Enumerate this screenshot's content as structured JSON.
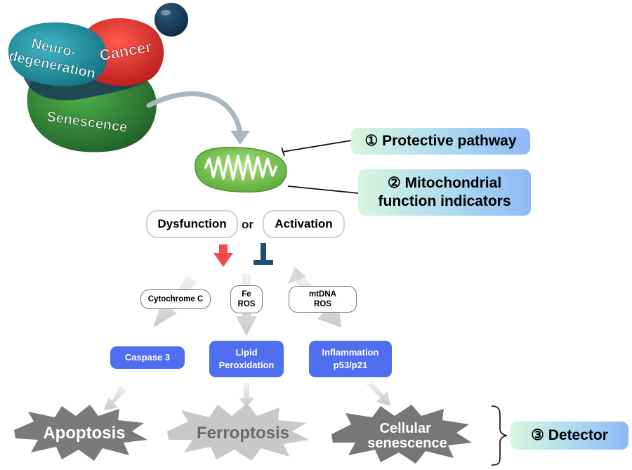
{
  "diseases": {
    "neuro": "Neuro-\ndegeneration",
    "cancer": "Cancer",
    "senescence": "Senescence"
  },
  "labels": {
    "protective": "① Protective pathway",
    "mito_line1": "② Mitochondrial",
    "mito_line2": "function indicators",
    "dysfunction": "Dysfunction",
    "or": "or",
    "activation": "Activation",
    "cytochrome": "Cytochrome C",
    "fe": "Fe",
    "ros1": "ROS",
    "mtdna": "mtDNA",
    "ros2": "ROS",
    "caspase": "Caspase 3",
    "lipid1": "Lipid",
    "lipid2": "Peroxidation",
    "inflam1": "Inflammation",
    "inflam2": "p53/p21",
    "apoptosis": "Apoptosis",
    "ferroptosis": "Ferroptosis",
    "cellular1": "Cellular",
    "cellular2": "senescence",
    "detector": "③ Detector"
  },
  "colors": {
    "neuro": "#1f8fa0",
    "cancer": "#e3302f",
    "senescence": "#2f8a3e",
    "mito": "#6cc04a",
    "dysfunction_arrow": "#f24b4b",
    "inhibit_symbol": "#1f4e70",
    "blue_box": "#4f6ef0",
    "burst_dark": "#777777",
    "burst_light": "#c8c8c8"
  }
}
